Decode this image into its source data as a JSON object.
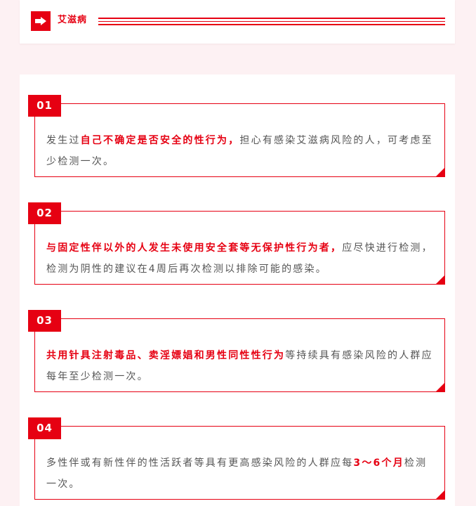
{
  "header": {
    "icon": "arrow-right-icon",
    "title": "艾滋病"
  },
  "colors": {
    "accent": "#e60012",
    "text": "#555555",
    "background": "#fdf1f3"
  },
  "items": [
    {
      "number": "01",
      "pre": "发生过",
      "highlight": "自己不确定是否安全的性行为，",
      "post": "担心有感染艾滋病风险的人，可考虑至少检测一次。"
    },
    {
      "number": "02",
      "pre": "",
      "highlight": "与固定性伴以外的人发生未使用安全套等无保护性行为者，",
      "post": "应尽快进行检测，检测为阴性的建议在4周后再次检测以排除可能的感染。"
    },
    {
      "number": "03",
      "pre": "",
      "highlight": "共用针具注射毒品、卖淫嫖娼和男性同性性行为",
      "post": "等持续具有感染风险的人群应每年至少检测一次。"
    },
    {
      "number": "04",
      "pre": "多性伴或有新性伴的性活跃者等具有更高感染风险的人群应每",
      "highlight": "3～6个月",
      "post": "检测一次。"
    }
  ]
}
